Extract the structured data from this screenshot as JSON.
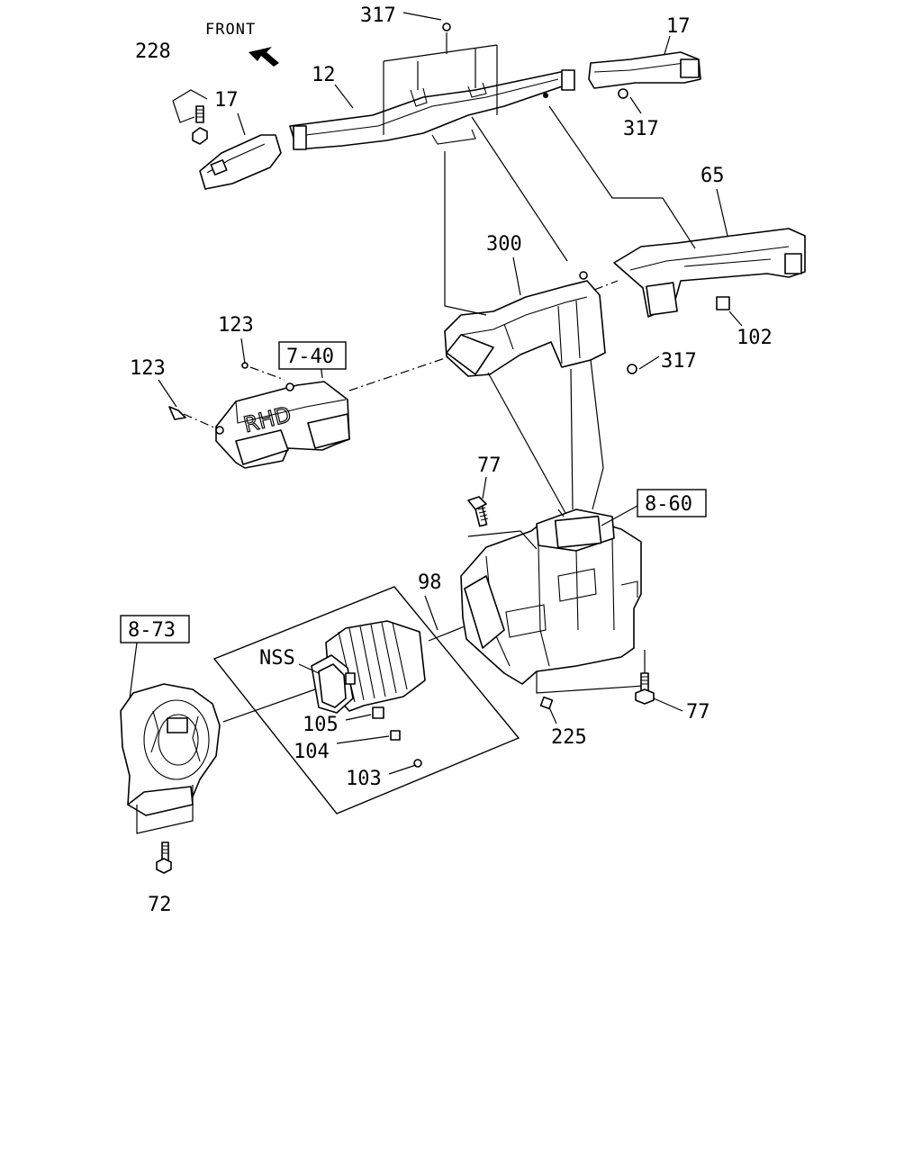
{
  "diagram": {
    "orientation_label": "FRONT",
    "rhd_marking": "RHD",
    "part_labels": {
      "p317_top": "317",
      "p17_right": "17",
      "p228": "228",
      "p12": "12",
      "p17_left": "17",
      "p317_mid": "317",
      "p65": "65",
      "p300": "300",
      "p102": "102",
      "p123_a": "123",
      "p123_b": "123",
      "p317_lower": "317",
      "p77_top": "77",
      "p98": "98",
      "nss": "NSS",
      "p105": "105",
      "p104": "104",
      "p103": "103",
      "p225": "225",
      "p77_right": "77",
      "p72": "72"
    },
    "reference_boxes": {
      "ref_7_40": "7-40",
      "ref_8_60": "8-60",
      "ref_8_73": "8-73"
    }
  }
}
